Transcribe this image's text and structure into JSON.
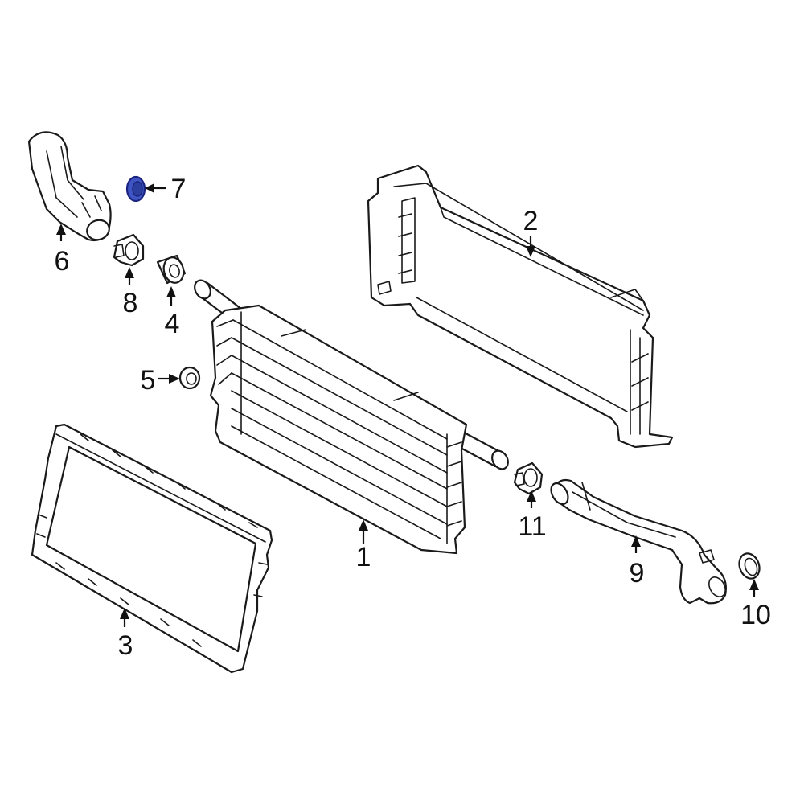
{
  "callouts": [
    {
      "id": "1",
      "label": "1"
    },
    {
      "id": "2",
      "label": "2"
    },
    {
      "id": "3",
      "label": "3"
    },
    {
      "id": "4",
      "label": "4"
    },
    {
      "id": "5",
      "label": "5"
    },
    {
      "id": "6",
      "label": "6"
    },
    {
      "id": "7",
      "label": "7"
    },
    {
      "id": "8",
      "label": "8"
    },
    {
      "id": "9",
      "label": "9"
    },
    {
      "id": "10",
      "label": "10"
    },
    {
      "id": "11",
      "label": "11"
    }
  ],
  "colors": {
    "line": "#1a1a1a",
    "highlight_fill": "#3f55c4",
    "highlight_stroke": "#1a237e",
    "background": "#ffffff"
  },
  "highlighted_part": "7"
}
